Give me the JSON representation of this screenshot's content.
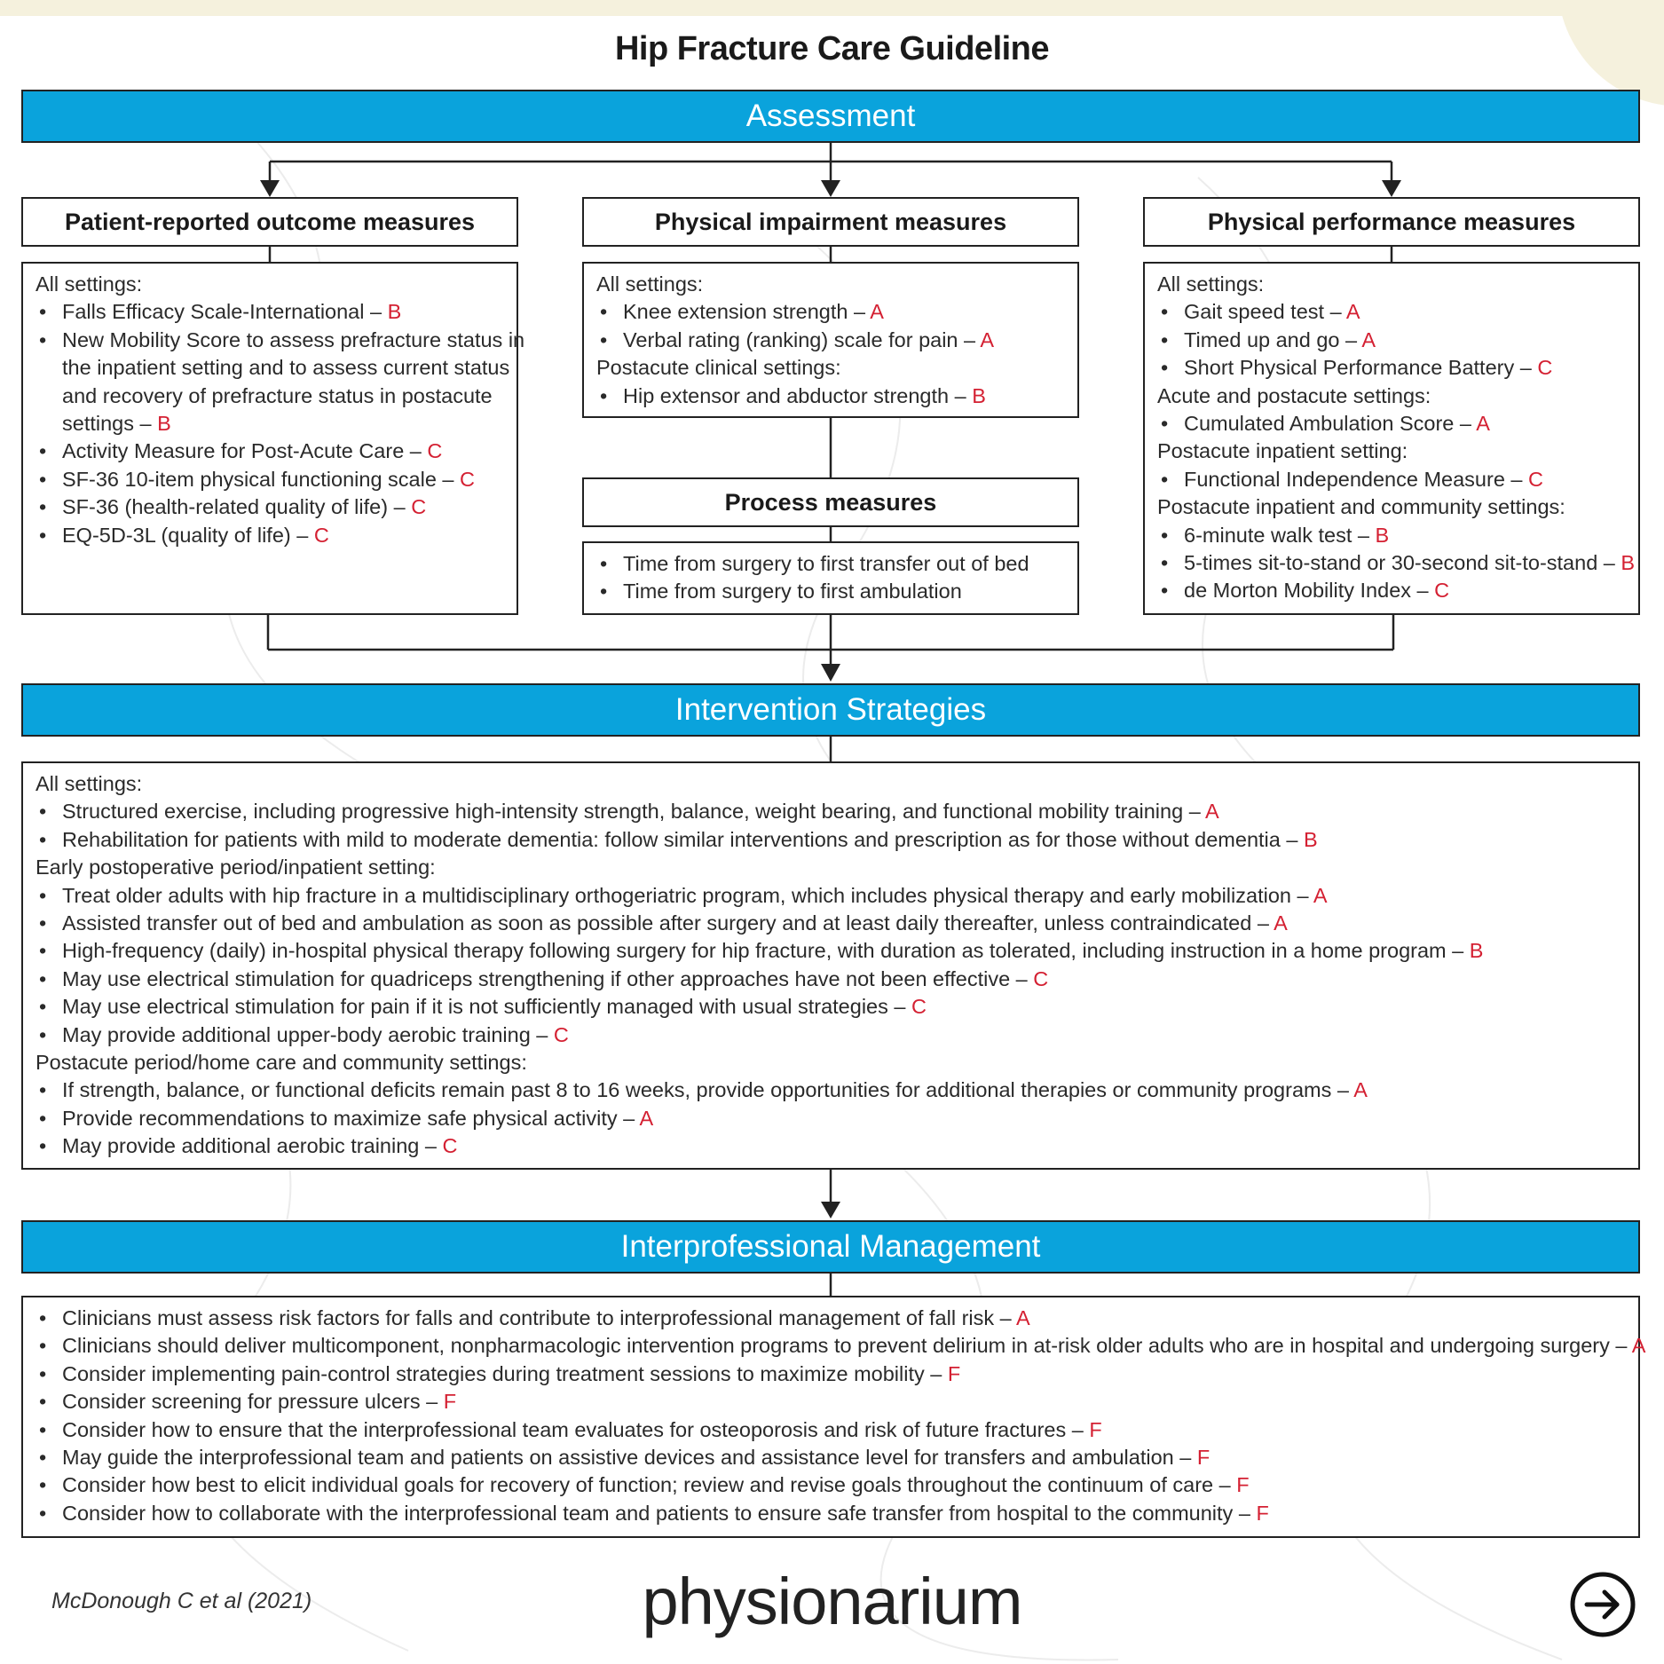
{
  "title": "Hip Fracture Care Guideline",
  "colors": {
    "band": "#0aa3dc",
    "grade": "#d42032",
    "background_band": "#f5f1dd"
  },
  "sections": {
    "assessment": "Assessment",
    "intervention": "Intervention Strategies",
    "interprofessional": "Interprofessional Management"
  },
  "boxes": {
    "patient_reported": {
      "title": "Patient-reported outcome measures",
      "lines": [
        {
          "t": "All settings:"
        },
        {
          "b": true,
          "t": "Falls Efficacy Scale-International",
          "g": "B"
        },
        {
          "b": true,
          "t": "New Mobility Score to assess prefracture status in"
        },
        {
          "t": "the inpatient setting and to assess current status",
          "indent": true
        },
        {
          "t": "and recovery of prefracture status in postacute",
          "indent": true
        },
        {
          "t": "settings",
          "g": "B",
          "indent": true
        },
        {
          "b": true,
          "t": "Activity Measure for Post-Acute Care",
          "g": "C"
        },
        {
          "b": true,
          "t": "SF-36 10-item physical functioning scale",
          "g": "C"
        },
        {
          "b": true,
          "t": "SF-36 (health-related quality of life)",
          "g": "C"
        },
        {
          "b": true,
          "t": "EQ-5D-3L (quality of life)",
          "g": "C"
        }
      ]
    },
    "physical_impairment": {
      "title": "Physical impairment measures",
      "lines": [
        {
          "t": "All settings:"
        },
        {
          "b": true,
          "t": "Knee extension strength",
          "g": "A"
        },
        {
          "b": true,
          "t": "Verbal rating (ranking) scale for pain",
          "g": "A"
        },
        {
          "t": "Postacute clinical settings:"
        },
        {
          "b": true,
          "t": "Hip extensor and abductor strength",
          "g": "B"
        }
      ]
    },
    "process": {
      "title": "Process measures",
      "lines": [
        {
          "b": true,
          "t": "Time from surgery to first transfer out of bed"
        },
        {
          "b": true,
          "t": "Time from surgery to first ambulation"
        }
      ]
    },
    "physical_performance": {
      "title": "Physical performance measures",
      "lines": [
        {
          "t": "All settings:"
        },
        {
          "b": true,
          "t": "Gait speed test",
          "g": "A"
        },
        {
          "b": true,
          "t": "Timed up and go",
          "g": "A"
        },
        {
          "b": true,
          "t": "Short Physical Performance Battery",
          "g": "C"
        },
        {
          "t": "Acute and postacute settings:"
        },
        {
          "b": true,
          "t": "Cumulated Ambulation Score",
          "g": "A"
        },
        {
          "t": "Postacute inpatient setting:"
        },
        {
          "b": true,
          "t": "Functional Independence Measure",
          "g": "C"
        },
        {
          "t": "Postacute inpatient and community settings:"
        },
        {
          "b": true,
          "t": "6-minute walk test",
          "g": "B"
        },
        {
          "b": true,
          "t": "5-times sit-to-stand or 30-second sit-to-stand",
          "g": "B"
        },
        {
          "b": true,
          "t": "de Morton Mobility Index",
          "g": "C"
        }
      ]
    },
    "intervention": {
      "lines": [
        {
          "t": "All settings:"
        },
        {
          "b": true,
          "t": "Structured exercise, including progressive high-intensity strength, balance, weight bearing, and functional mobility training",
          "g": "A"
        },
        {
          "b": true,
          "t": "Rehabilitation for patients with mild to moderate dementia: follow similar interventions and prescription as for those without dementia",
          "g": "B"
        },
        {
          "t": "Early postoperative period/inpatient setting:"
        },
        {
          "b": true,
          "t": "Treat older adults with hip fracture in a multidisciplinary orthogeriatric program, which includes physical therapy and early mobilization",
          "g": "A"
        },
        {
          "b": true,
          "t": "Assisted transfer out of bed and ambulation as soon as possible after surgery and at least daily thereafter, unless contraindicated",
          "g": "A"
        },
        {
          "b": true,
          "t": "High-frequency (daily) in-hospital physical therapy following surgery for hip fracture, with duration as tolerated, including instruction in a home program",
          "g": "B"
        },
        {
          "b": true,
          "t": "May use electrical stimulation for quadriceps strengthening if other approaches have not been effective",
          "g": "C"
        },
        {
          "b": true,
          "t": "May use electrical stimulation for pain if it is not sufficiently managed with usual strategies",
          "g": "C"
        },
        {
          "b": true,
          "t": "May provide additional upper-body aerobic training",
          "g": "C"
        },
        {
          "t": "Postacute period/home care and community settings:"
        },
        {
          "b": true,
          "t": "If strength, balance, or functional deficits remain past 8 to 16 weeks, provide opportunities for additional therapies or community programs",
          "g": "A"
        },
        {
          "b": true,
          "t": "Provide recommendations to maximize safe physical activity",
          "g": "A"
        },
        {
          "b": true,
          "t": "May provide additional aerobic training",
          "g": "C"
        }
      ]
    },
    "interprofessional": {
      "lines": [
        {
          "b": true,
          "t": "Clinicians must assess risk factors for falls and contribute to interprofessional management of fall risk",
          "g": "A"
        },
        {
          "b": true,
          "t": "Clinicians should deliver multicomponent, nonpharmacologic intervention programs to prevent delirium in at-risk older adults who are in hospital and undergoing surgery",
          "g": "A"
        },
        {
          "b": true,
          "t": "Consider implementing pain-control strategies during treatment sessions to maximize mobility",
          "g": "F"
        },
        {
          "b": true,
          "t": "Consider screening for pressure ulcers",
          "g": "F"
        },
        {
          "b": true,
          "t": "Consider how to ensure that the interprofessional team evaluates for osteoporosis and risk of future fractures",
          "g": "F"
        },
        {
          "b": true,
          "t": "May guide the interprofessional team and patients on assistive devices and assistance level for transfers and ambulation",
          "g": "F"
        },
        {
          "b": true,
          "t": "Consider how best to elicit individual goals for recovery of function; review and revise goals throughout the continuum of care",
          "g": "F"
        },
        {
          "b": true,
          "t": "Consider how to collaborate with the interprofessional team and patients to ensure safe transfer from hospital to the community",
          "g": "F"
        }
      ]
    }
  },
  "footer": {
    "citation": "McDonough C et al (2021)",
    "brand": "physionarium",
    "next_icon": "arrow-right-circle-icon"
  }
}
